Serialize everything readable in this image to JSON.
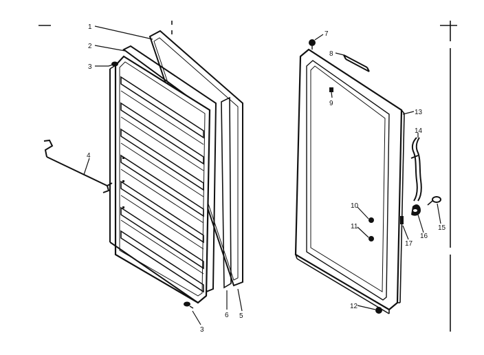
{
  "diagram": {
    "colors": {
      "ink": "#111111",
      "paper": "#ffffff"
    },
    "callouts": [
      {
        "id": "c1a",
        "label": "1"
      },
      {
        "id": "c2",
        "label": "2"
      },
      {
        "id": "c3a",
        "label": "3"
      },
      {
        "id": "c4",
        "label": "4"
      },
      {
        "id": "c3b",
        "label": "3"
      },
      {
        "id": "c5",
        "label": "5"
      },
      {
        "id": "c6",
        "label": "6"
      },
      {
        "id": "c7",
        "label": "7"
      },
      {
        "id": "c8",
        "label": "8"
      },
      {
        "id": "c9",
        "label": "9"
      },
      {
        "id": "c13",
        "label": "13"
      },
      {
        "id": "c14",
        "label": "14"
      },
      {
        "id": "c10",
        "label": "10"
      },
      {
        "id": "c11",
        "label": "11"
      },
      {
        "id": "c15",
        "label": "15"
      },
      {
        "id": "c16",
        "label": "16"
      },
      {
        "id": "c17",
        "label": "17"
      },
      {
        "id": "c12",
        "label": "12"
      }
    ]
  }
}
